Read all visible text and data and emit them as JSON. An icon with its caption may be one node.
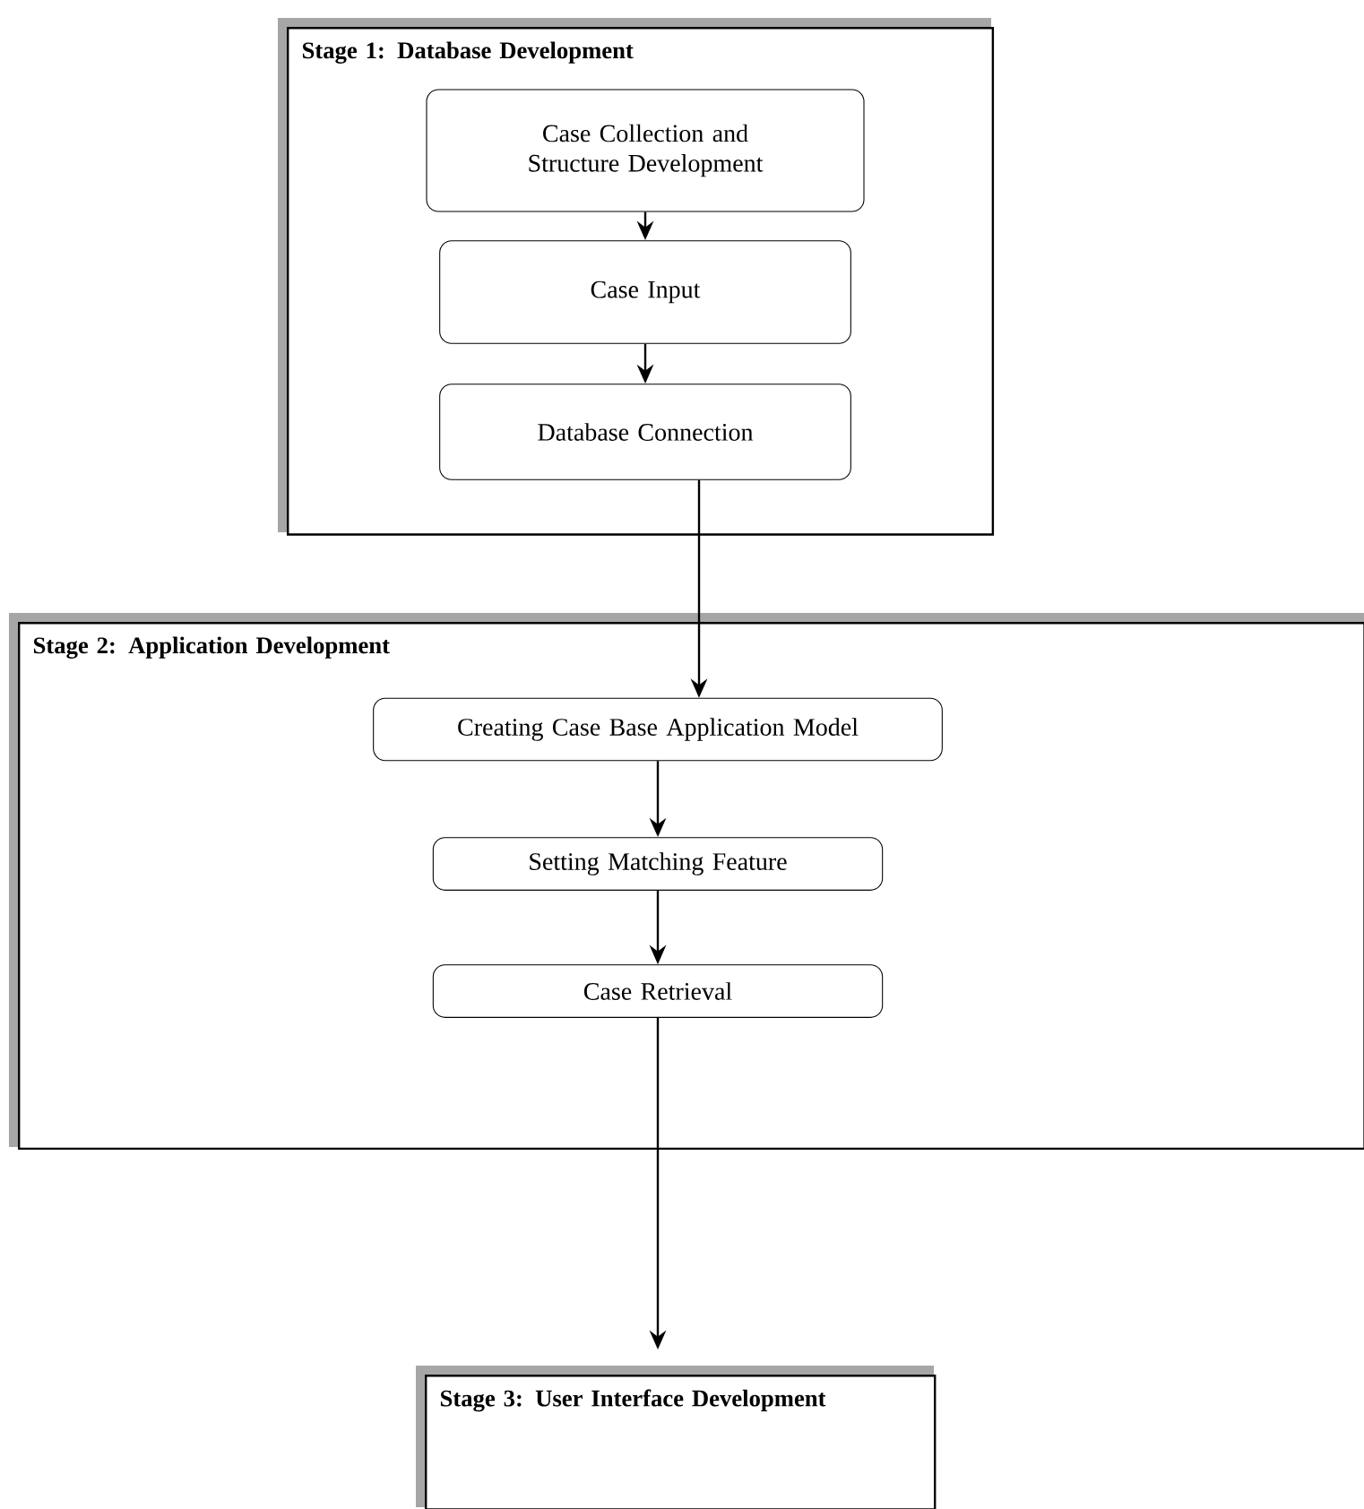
{
  "diagram": {
    "nodes": [
      {
        "text": [
          "Stage 1: Database Development"
        ]
      },
      {
        "text": [
          "Case Collection and Structure Development"
        ],
        "in": 0
      },
      {
        "text": [
          "Case Input"
        ],
        "in": 0
      },
      {
        "text": [
          "Database Connection"
        ],
        "in": 0
      },
      {
        "text": [
          "Stage 2: Application Development"
        ]
      },
      {
        "text": [
          "Creating Case Base Application Model"
        ],
        "in": 4
      },
      {
        "text": [
          "Setting Matching Feature"
        ],
        "in": 4
      },
      {
        "text": [
          "Case Retrieval"
        ],
        "in": 4
      },
      {
        "text": [
          "Stage 3: User Interface Development"
        ]
      }
    ],
    "edges": [
      {
        "from": 1,
        "to": 2,
        "arrow": "to"
      },
      {
        "from": 2,
        "to": 3,
        "arrow": "to"
      },
      {
        "from": 3,
        "to": 5,
        "arrow": "to"
      },
      {
        "from": 5,
        "to": 6,
        "arrow": "to"
      },
      {
        "from": 6,
        "to": 7,
        "arrow": "to"
      },
      {
        "from": 7,
        "to": 8,
        "arrow": "to"
      }
    ]
  }
}
